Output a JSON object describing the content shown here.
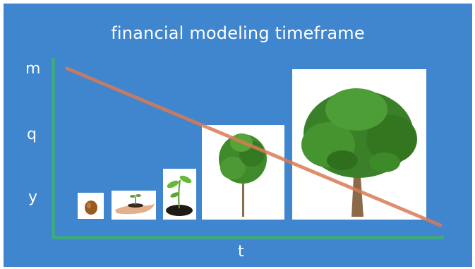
{
  "slide": {
    "title": "financial modeling timeframe",
    "y_axis_labels": [
      "m",
      "q",
      "y"
    ],
    "x_axis_label": "t",
    "stages": [
      {
        "name": "acorn-seed"
      },
      {
        "name": "seedling-in-hand"
      },
      {
        "name": "sprout-in-soil"
      },
      {
        "name": "young-tree"
      },
      {
        "name": "mature-tree"
      }
    ],
    "colors": {
      "background": "#3f86cf",
      "axis": "#3ea883",
      "trend_line": "#d97a52",
      "foliage": "#3f8a2a",
      "trunk": "#8b6a4a"
    }
  }
}
